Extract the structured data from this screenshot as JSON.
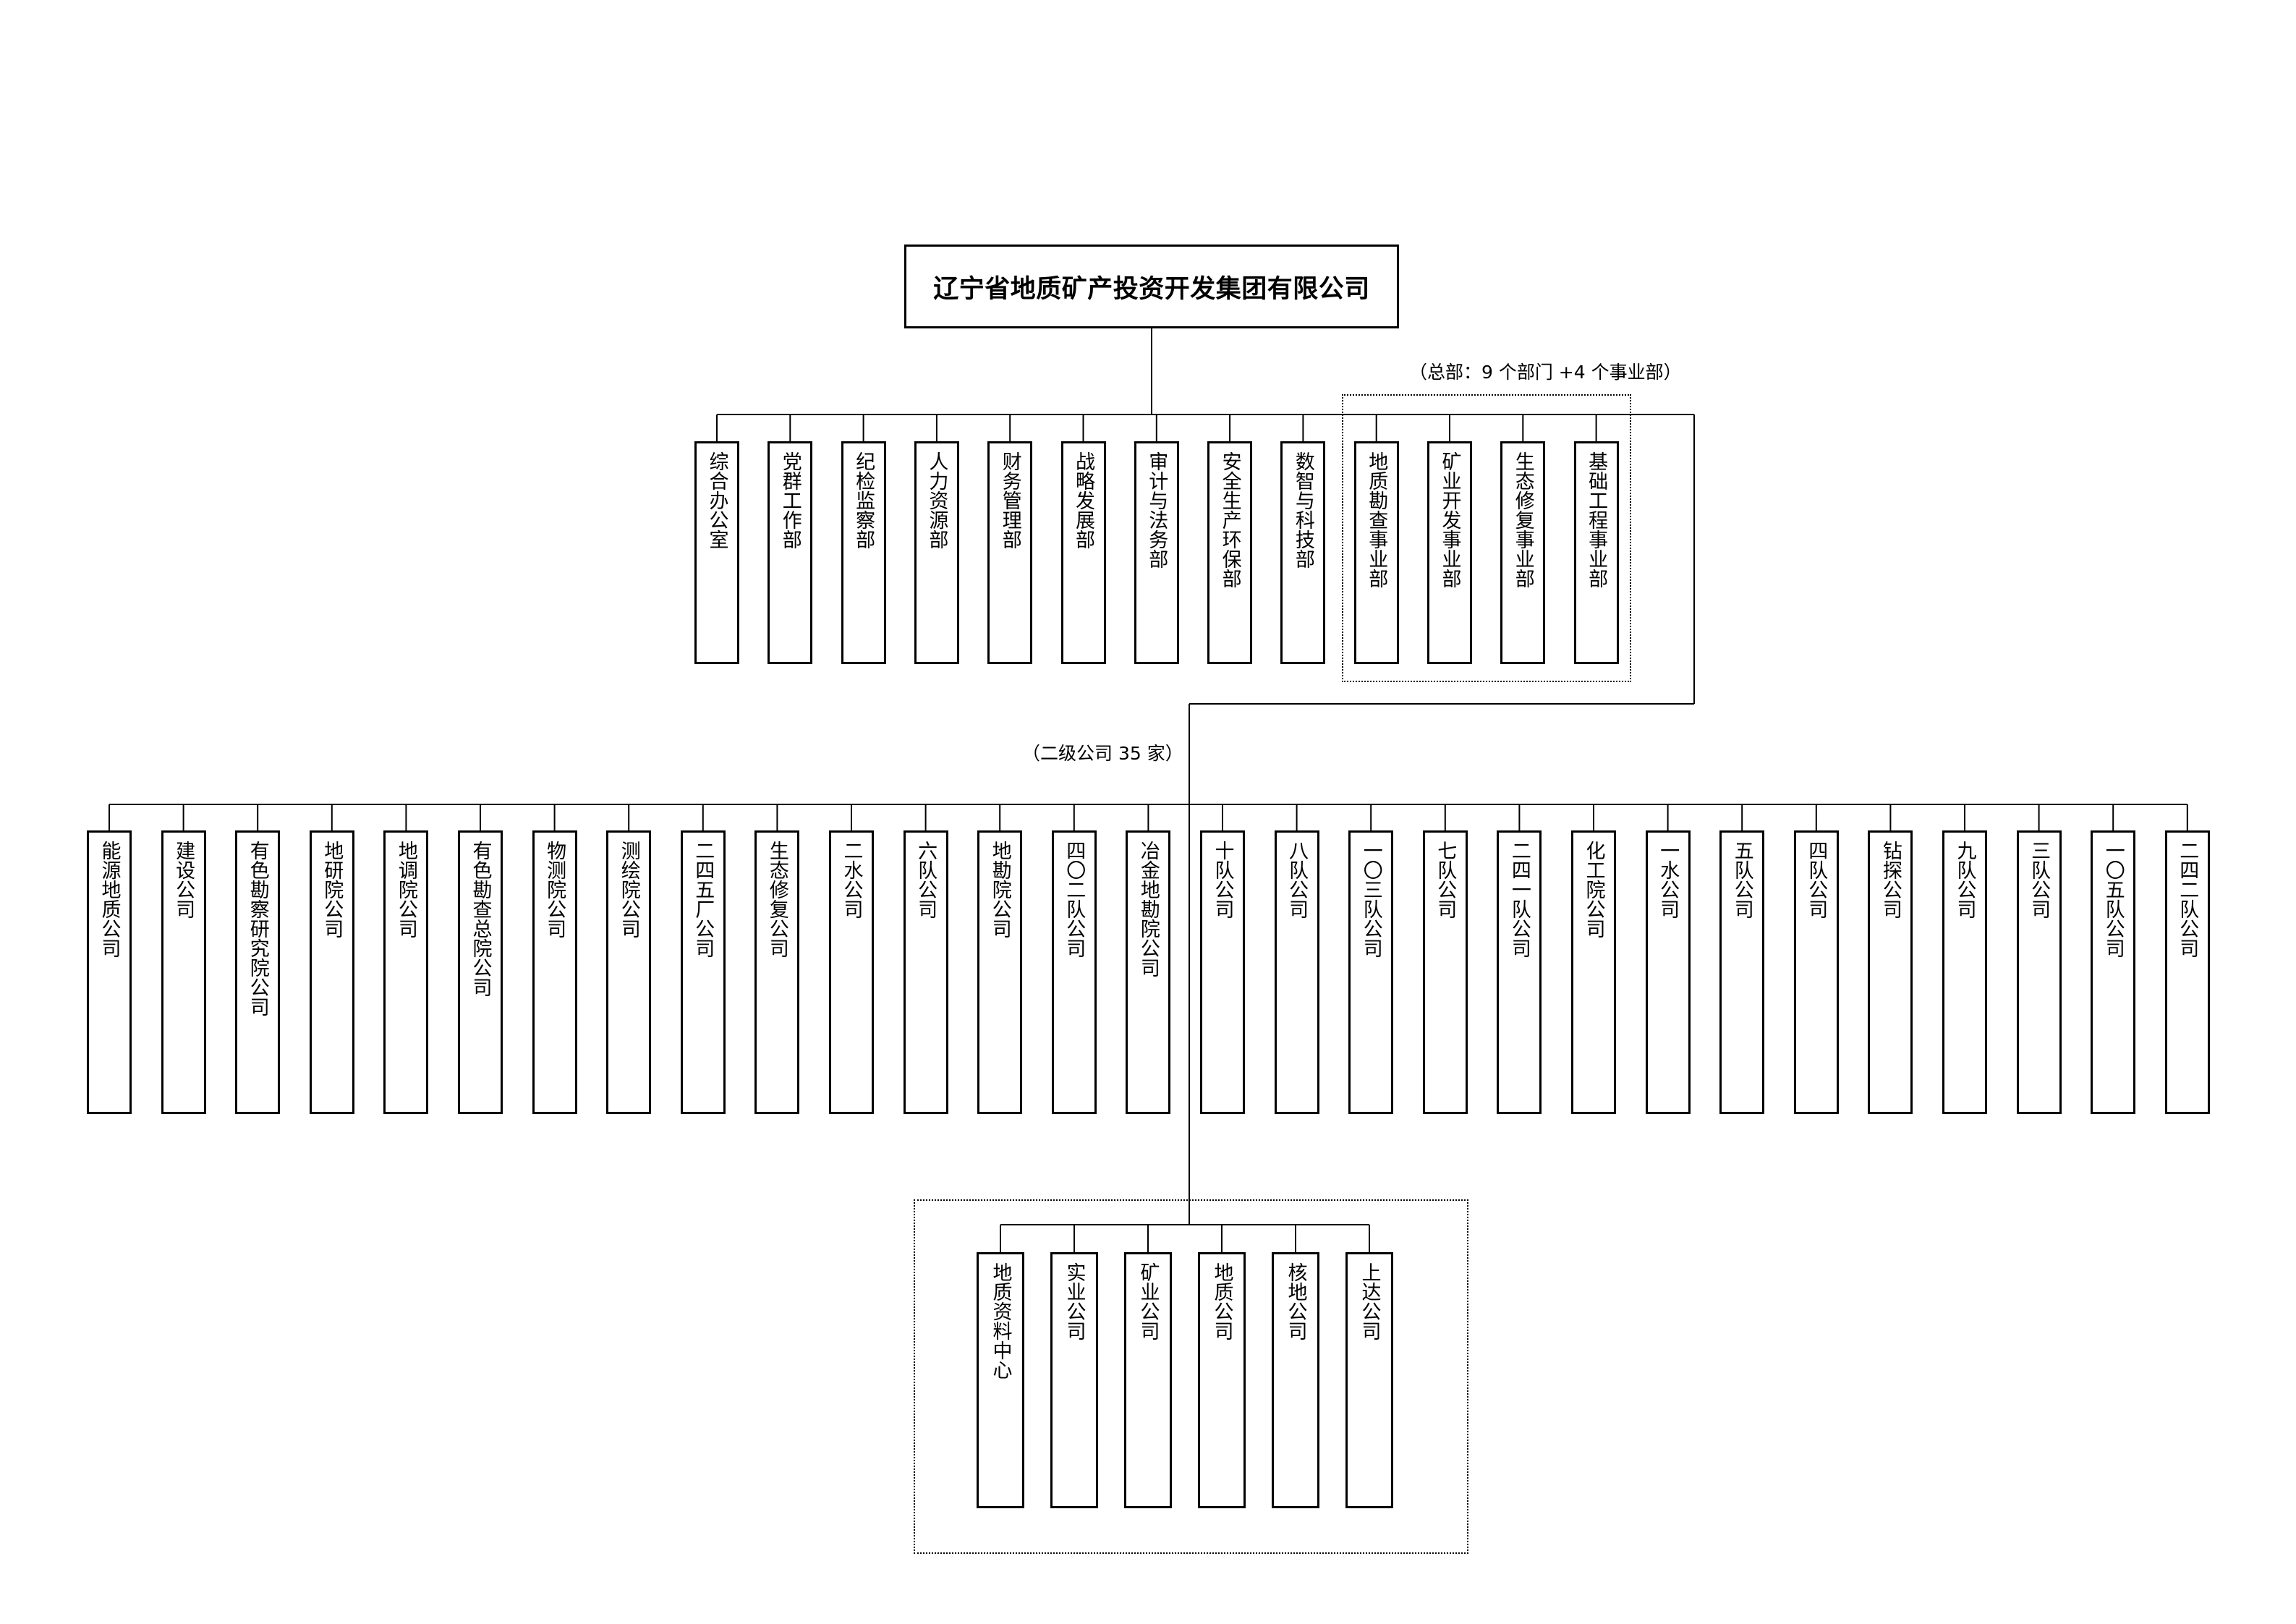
{
  "root": {
    "label": "辽宁省地质矿产投资开发集团有限公司"
  },
  "hq_note": "（总部：9 个部门 +4 个事业部）",
  "departments": [
    "综合办公室",
    "党群工作部",
    "纪检监察部",
    "人力资源部",
    "财务管理部",
    "战略发展部",
    "审计与法务部",
    "安全生产环保部",
    "数智与科技部"
  ],
  "business_units": [
    "地质勘查事业部",
    "矿业开发事业部",
    "生态修复事业部",
    "基础工程事业部"
  ],
  "subsidiaries_note": "（二级公司 35 家）",
  "subsidiaries": [
    "能源地质公司",
    "建设公司",
    "有色勘察研究院公司",
    "地研院公司",
    "地调院公司",
    "有色勘查总院公司",
    "物测院公司",
    "测绘院公司",
    "二四五厂公司",
    "生态修复公司",
    "二水公司",
    "六队公司",
    "地勘院公司",
    "四〇二队公司",
    "冶金地勘院公司",
    "十队公司",
    "八队公司",
    "一〇三队公司",
    "七队公司",
    "二四一队公司",
    "化工院公司",
    "一水公司",
    "五队公司",
    "四队公司",
    "钻探公司",
    "九队公司",
    "三队公司",
    "一〇五队公司",
    "二四二队公司"
  ],
  "other_units": [
    "地质资料中心",
    "实业公司",
    "矿业公司",
    "地质公司",
    "核地公司",
    "上达公司"
  ]
}
